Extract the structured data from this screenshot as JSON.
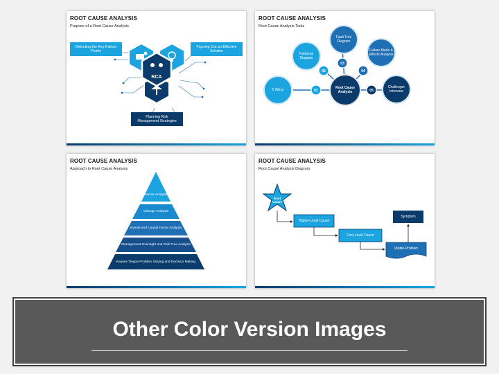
{
  "slides": [
    {
      "title": "ROOT CAUSE ANALYSIS",
      "subtitle": "Purpose of a Root Cause Analysis",
      "center": "RCA",
      "labels": {
        "detect": "Detecting the Key Failure Points",
        "figure": "Figuring Out an Effective Solution",
        "plan": "Planning Risk Management Strategies"
      }
    },
    {
      "title": "ROOT CAUSE ANALYSIS",
      "subtitle": "Root Cause Analysis Tools",
      "center": "Root Cause Analysis",
      "tools": [
        {
          "num": "01",
          "label": "5 Whys"
        },
        {
          "num": "02",
          "label": "Fishbone Diagram"
        },
        {
          "num": "03",
          "label": "Fault Tree Diagram"
        },
        {
          "num": "04",
          "label": "Failure Mode & Effects Analysis"
        },
        {
          "num": "05",
          "label": "Challenger Interview"
        }
      ]
    },
    {
      "title": "ROOT CAUSE ANALYSIS",
      "subtitle": "Approach to Root Cause Analysis",
      "levels": [
        "Barrier Analysis",
        "Change Analysis",
        "Events and Causal Factor Analysis",
        "Management Oversight and Risk Tree Analysis",
        "Kepner-Tregoe Problem Solving and Decision Making"
      ]
    },
    {
      "title": "ROOT CAUSE ANALYSIS",
      "subtitle": "Root Cause Analysis Diagram",
      "steps": {
        "root": "Root Cause",
        "higher": "Higher-Level Cause",
        "first": "First-Level Cause",
        "visible": "Visible Problem",
        "symptom": "Symptom"
      }
    }
  ],
  "banner": {
    "title": "Other Color Version Images"
  },
  "colors": {
    "navy": "#0a3b6b",
    "blue": "#1f6fb5",
    "sky": "#1ba4e0",
    "banner": "#595959"
  }
}
